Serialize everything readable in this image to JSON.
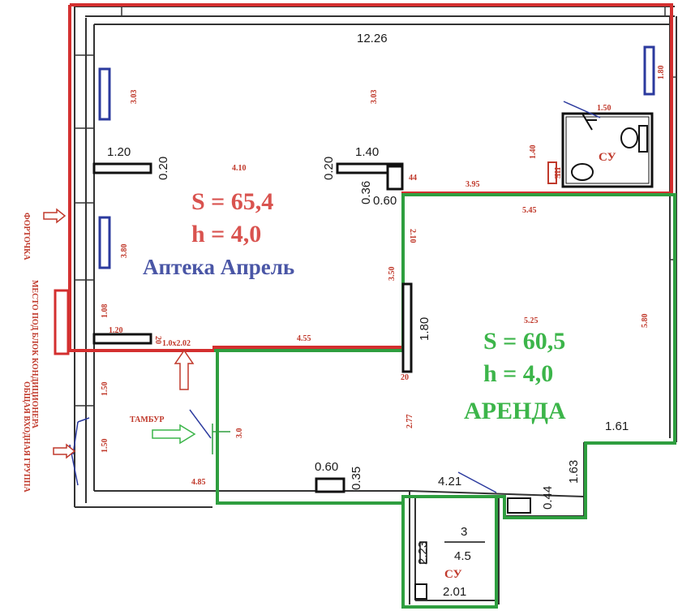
{
  "pharmacy": {
    "area_label": "S = 65,4",
    "height_label": "h = 4,0",
    "name": "Аптека Апрель"
  },
  "rent": {
    "area_label": "S = 60,5",
    "height_label": "h = 4,0",
    "name": "АРЕНДА"
  },
  "rooms": {
    "su_top": "СУ",
    "su_bottom": "СУ",
    "su_small": "ПЕ",
    "tambur": "ТАМБУР",
    "fraction_top": "3",
    "fraction_bottom": "4.5"
  },
  "side_labels": {
    "fortochka": "ФОРТОЧКА",
    "ac_place": "МЕСТО ПОД БЛОК КОНДИЦИОНЕРА",
    "entrance": "ОБЩАЯ ВХОДНАЯ ГРУППА"
  },
  "dims_black": {
    "top_width": "12.26",
    "d_1_20_a": "1.20",
    "d_0_20_a": "0.20",
    "d_1_40": "1.40",
    "d_0_20_b": "0.20",
    "d_0_36": "0.36",
    "d_0_60_a": "0.60",
    "d_1_80": "1.80",
    "d_1_61": "1.61",
    "d_1_63": "1.63",
    "d_0_44": "0.44",
    "d_0_60_b": "0.60",
    "d_0_35": "0.35",
    "d_4_21": "4.21",
    "d_2_23": "2.23",
    "d_2_01": "2.01"
  },
  "dims_red": {
    "r_3_03_a": "3.03",
    "r_3_03_b": "3.03",
    "r_1_80_top": "1.80",
    "r_1_50_top": "1.50",
    "r_4_10": "4.10",
    "r_1_40": "1.40",
    "r_44": "44",
    "r_3_95": "3.95",
    "r_5_45": "5.45",
    "r_3_80": "3.80",
    "r_2_10": "2.10",
    "r_3_50": "3.50",
    "r_1_08": "1.08",
    "r_1_20": "1.20",
    "r_20_a": "20",
    "r_door": "1.0x2.02",
    "r_4_55": "4.55",
    "r_5_25": "5.25",
    "r_5_80": "5.80",
    "r_20_b": "20",
    "r_1_50_left": "1.50",
    "r_1_50_left2": "1.50",
    "r_3_0": "3.0",
    "r_2_77": "2.77",
    "r_4_85": "4.85"
  },
  "colors": {
    "pharmacy_outline": "#d32f2f",
    "rent_outline": "#2e9e3f",
    "radiator": "#2b3a9e",
    "wall": "#333333"
  }
}
